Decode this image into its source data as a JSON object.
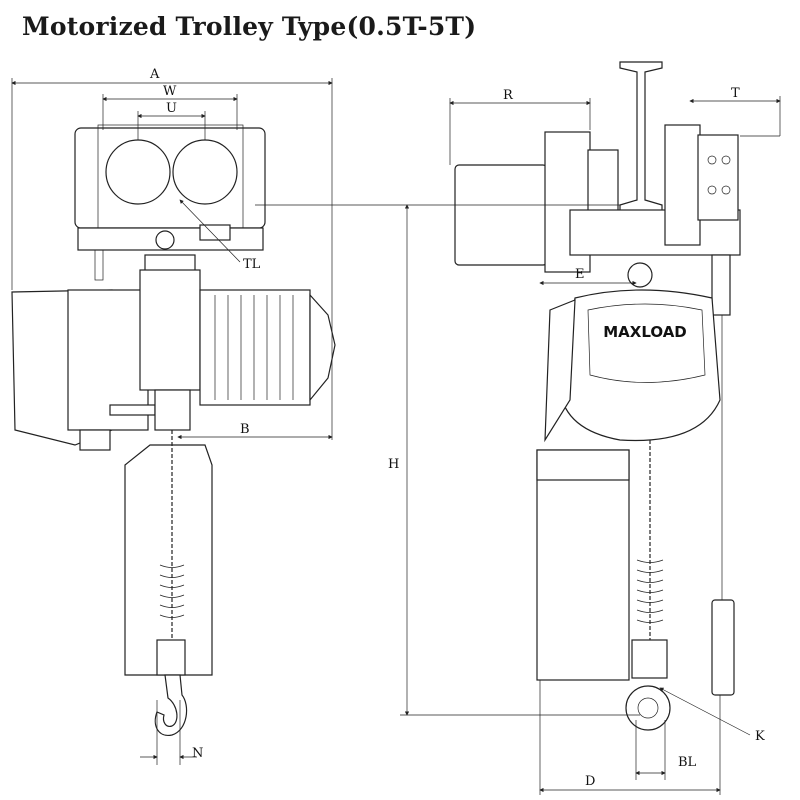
{
  "title": "Motorized Trolley Type(0.5T-5T)",
  "brand": "MAXLOAD",
  "dimensions": {
    "A": "A",
    "W": "W",
    "U": "U",
    "TL": "TL",
    "B": "B",
    "N": "N",
    "R": "R",
    "T": "T",
    "E": "E",
    "H": "H",
    "K": "K",
    "BL": "BL",
    "D": "D"
  }
}
